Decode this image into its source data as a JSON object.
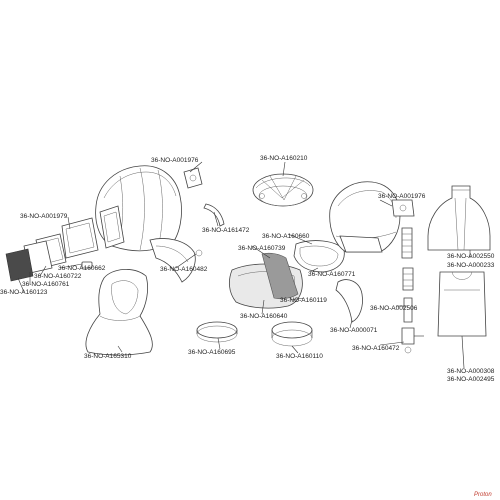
{
  "labels": {
    "a001976_top": "36-NO-A001976",
    "a160210": "36-NO-A160210",
    "a001979": "36-NO-A001979",
    "a161472": "36-NO-A161472",
    "a160660": "36-NO-A160660",
    "a160739": "36-NO-A160739",
    "a001976_right": "36-NO-A001976",
    "a160662": "36-NO-A160662",
    "a160722": "36-NO-A160722",
    "a160761": "36-NO-A160761",
    "a160123": "36-NO-A160123",
    "a160482": "36-NO-A160482",
    "a160771": "36-NO-A160771",
    "a002550": "36-NO-A002550",
    "a000233": "36-NO-A000233",
    "a160119": "36-NO-A160119",
    "a002506": "36-NO-A002506",
    "a160640": "36-NO-A160640",
    "a000071": "36-NO-A000071",
    "a165310": "36-NO-A165310",
    "a160695": "36-NO-A160695",
    "a160110": "36-NO-A160110",
    "a160472": "36-NO-A160472",
    "a000308": "36-NO-A000308",
    "a002495": "36-NO-A002495"
  },
  "watermark": "Proton"
}
